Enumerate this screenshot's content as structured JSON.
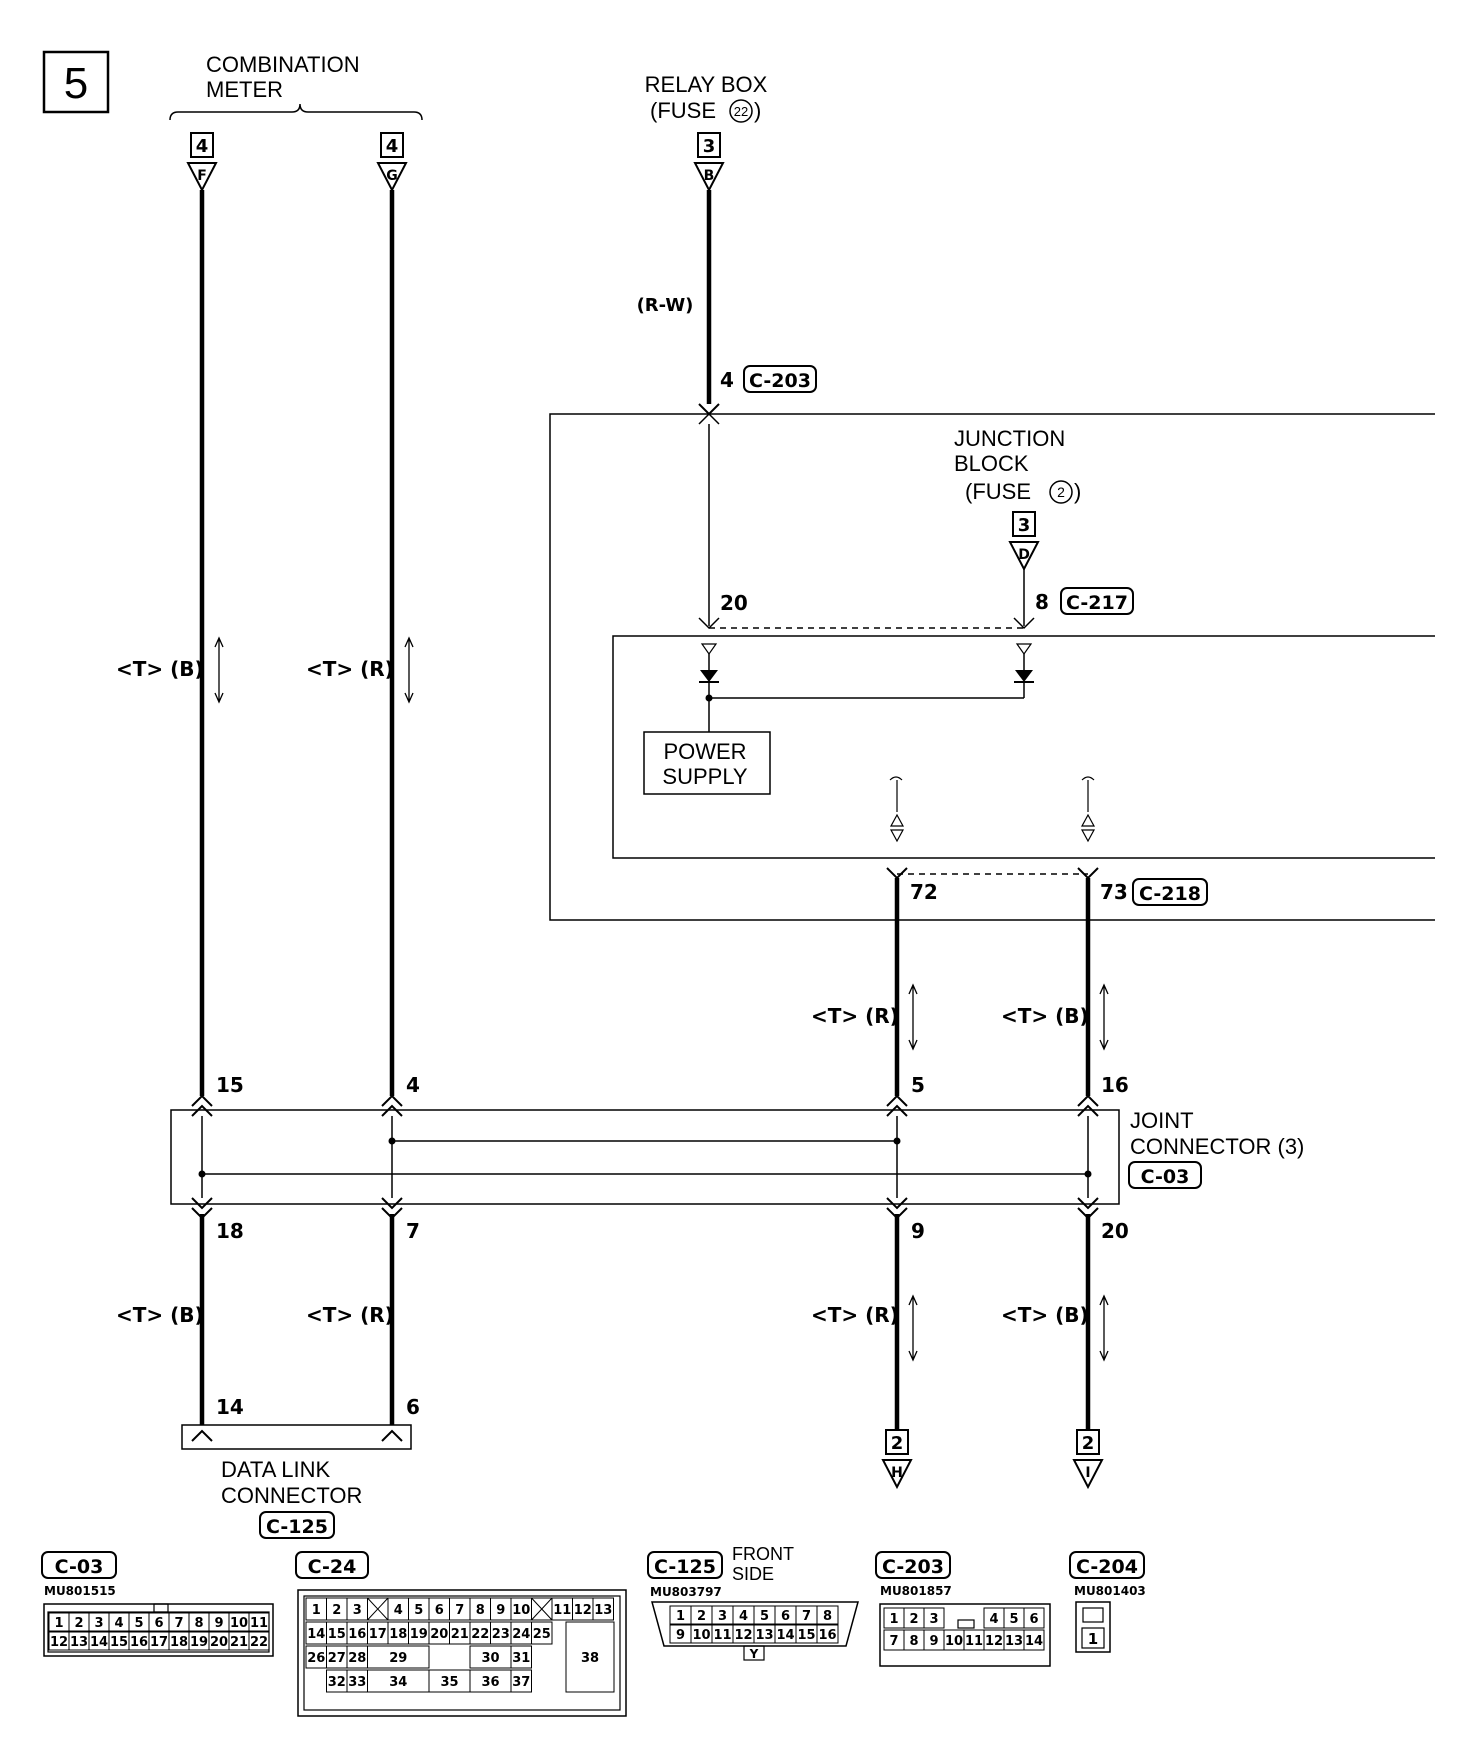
{
  "page_number": "5",
  "combination_meter": {
    "line1": "COMBINATION",
    "line2": "METER"
  },
  "relay_box": {
    "line1": "RELAY BOX",
    "line2": "(FUSE",
    "fuse_no": "22",
    "line2_end": ")"
  },
  "junction_block": {
    "line1": "JUNCTION",
    "line2": "BLOCK",
    "line3": "(FUSE",
    "fuse_no": "2",
    "line3_end": ")"
  },
  "power_supply": {
    "line1": "POWER",
    "line2": "SUPPLY"
  },
  "joint_connector": {
    "line1": "JOINT",
    "line2": "CONNECTOR (3)",
    "connector": "C-03"
  },
  "data_link_connector": {
    "line1": "DATA LINK",
    "line2": "CONNECTOR",
    "connector": "C-125"
  },
  "refs": {
    "f": {
      "page": "4",
      "letter": "F"
    },
    "g": {
      "page": "4",
      "letter": "G"
    },
    "b": {
      "page": "3",
      "letter": "B"
    },
    "d": {
      "page": "3",
      "letter": "D"
    },
    "h": {
      "page": "2",
      "letter": "H"
    },
    "i": {
      "page": "2",
      "letter": "I"
    }
  },
  "wire_labels": {
    "rw": "(R-W)",
    "f_top": "<T> (B)",
    "g_top": "<T> (R)",
    "w72": "<T> (R)",
    "w73": "<T> (B)",
    "f_bot": "<T> (B)",
    "g_bot": "<T> (R)",
    "h_bot": "<T> (R)",
    "i_bot": "<T> (B)"
  },
  "pins": {
    "c203_4": "4",
    "c217_20": "20",
    "c217_8": "8",
    "c218_72": "72",
    "c218_73": "73",
    "j15": "15",
    "j4": "4",
    "j5": "5",
    "j16": "16",
    "j18": "18",
    "j7": "7",
    "j9": "9",
    "j20": "20",
    "d14": "14",
    "d6": "6"
  },
  "connector_tags": {
    "c203": "C-203",
    "c217": "C-217",
    "c218": "C-218"
  },
  "connectors": {
    "c03": {
      "name": "C-03",
      "part": "MU801515",
      "row1": [
        "1",
        "2",
        "3",
        "4",
        "5",
        "6",
        "7",
        "8",
        "9",
        "10",
        "11"
      ],
      "row2": [
        "12",
        "13",
        "14",
        "15",
        "16",
        "17",
        "18",
        "19",
        "20",
        "21",
        "22"
      ]
    },
    "c24": {
      "name": "C-24",
      "row1": [
        "1",
        "2",
        "3",
        "",
        "4",
        "5",
        "6",
        "7",
        "8",
        "9",
        "10",
        "",
        "11",
        "12",
        "13"
      ],
      "row2": [
        "14",
        "15",
        "16",
        "17",
        "18",
        "19",
        "20",
        "21",
        "22",
        "23",
        "24",
        "25"
      ],
      "r3l": [
        "26",
        "27",
        "28"
      ],
      "r3a": "29",
      "r3b": "30",
      "r3c": "31",
      "big": "38",
      "r4l": [
        "32",
        "33"
      ],
      "r4a": "34",
      "r4b": "35",
      "r4c": "36",
      "r4d": "37"
    },
    "c125": {
      "name": "C-125",
      "part": "MU803797",
      "side1": "FRONT",
      "side2": "SIDE",
      "row1": [
        "1",
        "2",
        "3",
        "4",
        "5",
        "6",
        "7",
        "8"
      ],
      "row2": [
        "9",
        "10",
        "11",
        "12",
        "13",
        "14",
        "15",
        "16"
      ],
      "key": "Y"
    },
    "c203": {
      "name": "C-203",
      "part": "MU801857",
      "row1a": [
        "1",
        "2",
        "3"
      ],
      "row1b": [
        "4",
        "5",
        "6"
      ],
      "row2": [
        "7",
        "8",
        "9",
        "10",
        "11",
        "12",
        "13",
        "14"
      ]
    },
    "c204": {
      "name": "C-204",
      "part": "MU801403",
      "pin": "1"
    }
  }
}
